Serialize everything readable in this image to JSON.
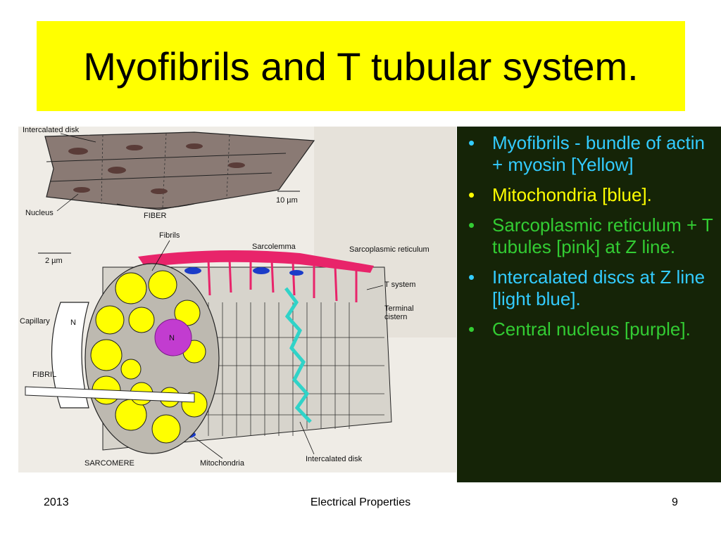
{
  "title": "Myofibrils and T tubular system.",
  "figure": {
    "labels": {
      "intercalated_disk_top": "Intercalated disk",
      "nucleus": "Nucleus",
      "fiber": "FIBER",
      "scale_10": "10 µm",
      "fibrils": "Fibrils",
      "sarcolemma": "Sarcolemma",
      "sarcoplasmic_reticulum": "Sarcoplasmic reticulum",
      "scale_2": "2 µm",
      "t_system": "T system",
      "terminal_cistern_1": "Terminal",
      "terminal_cistern_2": "cistern",
      "capillary": "Capillary",
      "n_label_left": "N",
      "n_label_center": "N",
      "fibril": "FIBRIL",
      "sarcomere": "SARCOMERE",
      "mitochondria": "Mitochondria",
      "intercalated_disk_bottom": "Intercalated disk"
    }
  },
  "bullets": [
    {
      "text": "Myofibrils - bundle of actin + myosin [Yellow]",
      "color": "#33ccff"
    },
    {
      "text": "Mitochondria [blue].",
      "color": "#ffff00"
    },
    {
      "text": "Sarcoplasmic reticulum + T tubules [pink] at Z line.",
      "color": "#33cc33"
    },
    {
      "text": "Intercalated discs at Z line [light blue].",
      "color": "#33ccff"
    },
    {
      "text": "Central nucleus [purple].",
      "color": "#33cc33"
    }
  ],
  "footer": {
    "left": "2013",
    "center": "Electrical Properties",
    "right": "9"
  }
}
